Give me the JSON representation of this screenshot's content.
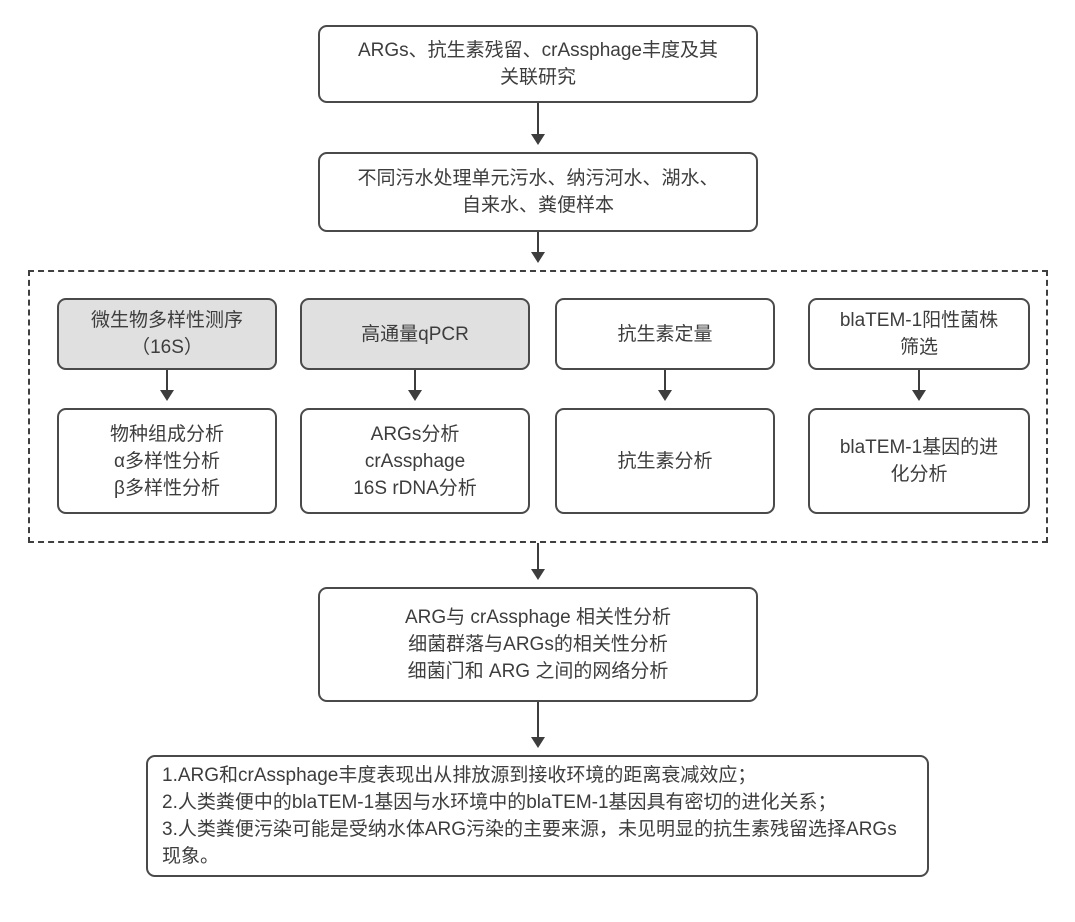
{
  "flowchart": {
    "research_topic": "ARGs、抗生素残留、crAssphage丰度及其\n关联研究",
    "samples": "不同污水处理单元污水、纳污河水、湖水、\n自来水、粪便样本",
    "method_cols": [
      {
        "method": "微生物多样性测序\n（16S）",
        "analysis": "物种组成分析\nα多样性分析\nβ多样性分析",
        "shaded": true
      },
      {
        "method": "高通量qPCR",
        "analysis": "ARGs分析\ncrAssphage\n16S rDNA分析",
        "shaded": true
      },
      {
        "method": "抗生素定量",
        "analysis": "抗生素分析",
        "shaded": false
      },
      {
        "method": "blaTEM-1阳性菌株\n筛选",
        "analysis": "blaTEM-1基因的进\n化分析",
        "shaded": false
      }
    ],
    "correlation": "ARG与 crAssphage 相关性分析\n细菌群落与ARGs的相关性分析\n细菌门和 ARG 之间的网络分析",
    "conclusions": "1.ARG和crAssphage丰度表现出从排放源到接收环境的距离衰减效应；\n2.人类粪便中的blaTEM-1基因与水环境中的blaTEM-1基因具有密切的进化关系；\n3.人类粪便污染可能是受纳水体ARG污染的主要来源，未见明显的抗生素残留选择ARGs现象。",
    "colors": {
      "box_border": "#4a4a4a",
      "dashed_border": "#3f3f3f",
      "shaded_fill": "#e0e0e0",
      "white_fill": "#ffffff",
      "text_and_arrow": "#3d3d3d"
    }
  }
}
